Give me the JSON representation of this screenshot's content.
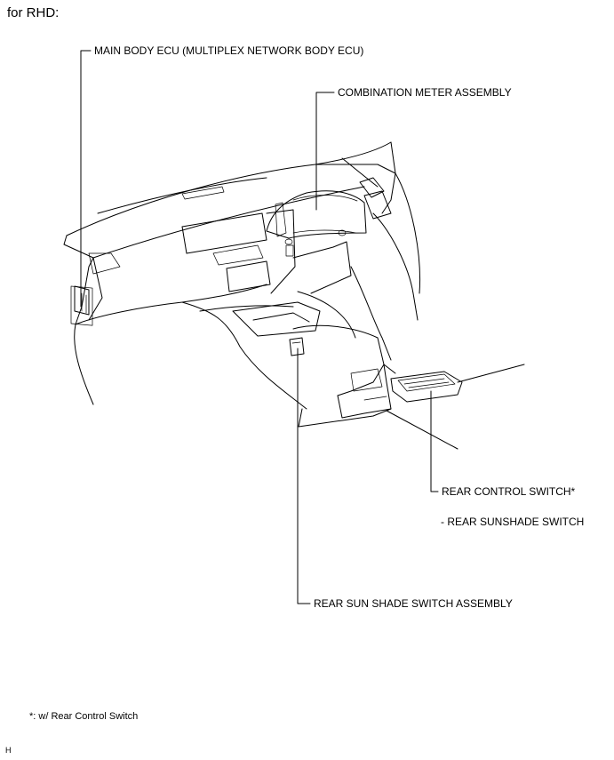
{
  "heading": "for RHD:",
  "callouts": {
    "main_body_ecu": "MAIN BODY ECU (MULTIPLEX NETWORK BODY ECU)",
    "combination_meter": "COMBINATION METER ASSEMBLY",
    "rear_control_switch": "REAR CONTROL SWITCH*",
    "rear_sunshade_switch": "- REAR SUNSHADE SWITCH",
    "rear_sun_shade_switch_assembly": "REAR SUN SHADE SWITCH ASSEMBLY"
  },
  "footnote": "*: w/ Rear Control Switch",
  "figure_code": "H"
}
